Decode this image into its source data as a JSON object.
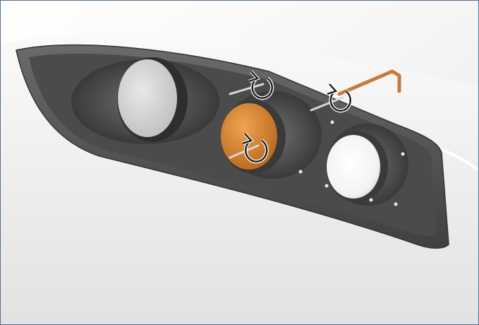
{
  "illustration": {
    "subject": "headlight-cluster-adjustment",
    "lamps": [
      {
        "id": "lamp-left",
        "state": "neutral"
      },
      {
        "id": "lamp-center",
        "state": "highlighted"
      },
      {
        "id": "lamp-right",
        "state": "lit"
      }
    ],
    "adjusters": [
      {
        "id": "adjuster-top-left",
        "icon": "rotate-clockwise-icon"
      },
      {
        "id": "adjuster-top-right",
        "icon": "rotate-clockwise-icon"
      },
      {
        "id": "adjuster-center",
        "icon": "rotate-clockwise-icon"
      }
    ],
    "tool": {
      "name": "hex-key-icon"
    },
    "colors": {
      "frame_border": "#4f6f94",
      "housing": "#5a5a5a",
      "highlight": "#d8892f",
      "tool": "#c87a3a"
    }
  }
}
